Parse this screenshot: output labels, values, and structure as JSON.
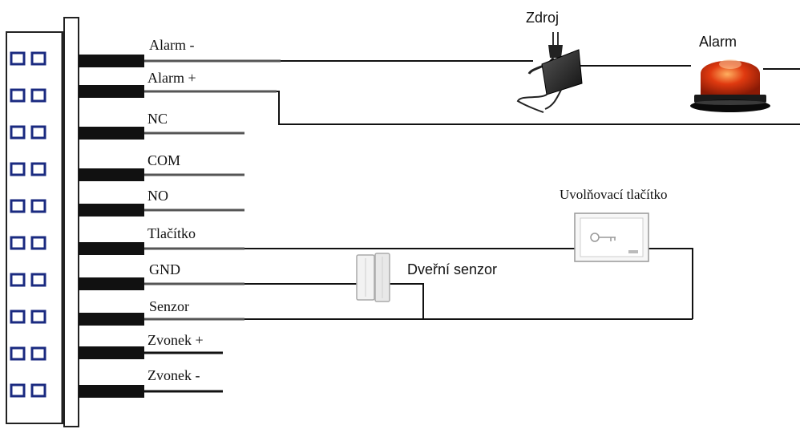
{
  "terminals": [
    {
      "id": "alarm-minus",
      "label": "Alarm -"
    },
    {
      "id": "alarm-plus",
      "label": "Alarm +"
    },
    {
      "id": "nc",
      "label": "NC"
    },
    {
      "id": "com",
      "label": "COM"
    },
    {
      "id": "no",
      "label": "NO"
    },
    {
      "id": "tlacitko",
      "label": "Tlačítko"
    },
    {
      "id": "gnd",
      "label": "GND"
    },
    {
      "id": "senzor",
      "label": "Senzor"
    },
    {
      "id": "zvonek-plus",
      "label": "Zvonek +"
    },
    {
      "id": "zvonek-minus",
      "label": "Zvonek -"
    }
  ],
  "devices": {
    "power_supply": {
      "label": "Zdroj"
    },
    "alarm_light": {
      "label": "Alarm"
    },
    "release_button": {
      "label": "Uvolňovací tlačítko"
    },
    "door_sensor": {
      "label": "Dveřní senzor"
    }
  },
  "colors": {
    "wire": "#111111",
    "alarm_light": "#e03a10",
    "device_body": "#f2f2f2"
  }
}
